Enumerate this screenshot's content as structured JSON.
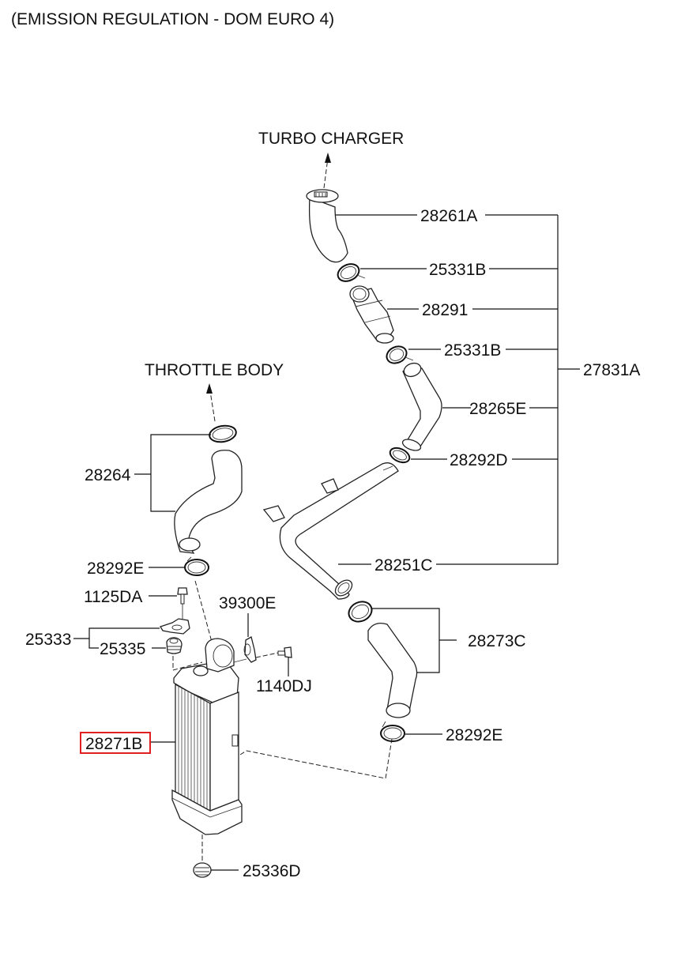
{
  "header": {
    "title": "(EMISSION REGULATION - DOM EURO 4)"
  },
  "direction_labels": {
    "turbo_charger": "TURBO CHARGER",
    "throttle_body": "THROTTLE BODY"
  },
  "highlight": {
    "part": "28271B",
    "color": "#e02020"
  },
  "callouts": {
    "c28261A": "28261A",
    "c25331B_1": "25331B",
    "c28291": "28291",
    "c25331B_2": "25331B",
    "c27831A": "27831A",
    "c28265E": "28265E",
    "c28292D": "28292D",
    "c28264": "28264",
    "c28292E_1": "28292E",
    "c1125DA": "1125DA",
    "c39300E": "39300E",
    "c25333": "25333",
    "c25335": "25335",
    "c1140DJ": "1140DJ",
    "c28251C": "28251C",
    "c28273C": "28273C",
    "c28271B": "28271B",
    "c28292E_2": "28292E",
    "c25336D": "25336D"
  }
}
